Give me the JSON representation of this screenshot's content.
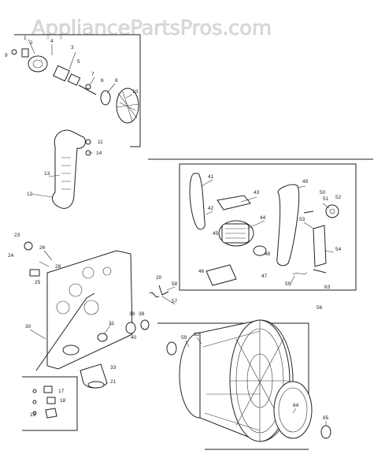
{
  "watermark": "AppliancePartsPros.com",
  "labels": [
    {
      "id": "p1",
      "text": "1"
    },
    {
      "id": "p2",
      "text": "2"
    },
    {
      "id": "p3",
      "text": "3"
    },
    {
      "id": "p4",
      "text": "4"
    },
    {
      "id": "p5",
      "text": "5"
    },
    {
      "id": "p6",
      "text": "6"
    },
    {
      "id": "p7",
      "text": "7"
    },
    {
      "id": "p8",
      "text": "8"
    },
    {
      "id": "p9",
      "text": "9"
    },
    {
      "id": "p10",
      "text": "10"
    },
    {
      "id": "p11",
      "text": "11"
    },
    {
      "id": "p12",
      "text": "12"
    },
    {
      "id": "p13",
      "text": "13"
    },
    {
      "id": "p14",
      "text": "14"
    },
    {
      "id": "p17",
      "text": "17"
    },
    {
      "id": "p18",
      "text": "18"
    },
    {
      "id": "p19",
      "text": "19"
    },
    {
      "id": "p20",
      "text": "20"
    },
    {
      "id": "p21",
      "text": "21"
    },
    {
      "id": "p23",
      "text": "23"
    },
    {
      "id": "p24",
      "text": "24"
    },
    {
      "id": "p25",
      "text": "25"
    },
    {
      "id": "p26",
      "text": "26"
    },
    {
      "id": "p28",
      "text": "28"
    },
    {
      "id": "p30",
      "text": "30"
    },
    {
      "id": "p31",
      "text": "31"
    },
    {
      "id": "p33",
      "text": "33"
    },
    {
      "id": "p38",
      "text": "38"
    },
    {
      "id": "p39",
      "text": "39"
    },
    {
      "id": "p40",
      "text": "40"
    },
    {
      "id": "p41",
      "text": "41"
    },
    {
      "id": "p42",
      "text": "42"
    },
    {
      "id": "p43",
      "text": "43"
    },
    {
      "id": "p44",
      "text": "44"
    },
    {
      "id": "p45",
      "text": "45"
    },
    {
      "id": "p46",
      "text": "46"
    },
    {
      "id": "p47",
      "text": "47"
    },
    {
      "id": "p48",
      "text": "48"
    },
    {
      "id": "p49",
      "text": "49"
    },
    {
      "id": "p50",
      "text": "50"
    },
    {
      "id": "p51",
      "text": "51"
    },
    {
      "id": "p52",
      "text": "52"
    },
    {
      "id": "p53",
      "text": "53"
    },
    {
      "id": "p54",
      "text": "54"
    },
    {
      "id": "p55",
      "text": "55"
    },
    {
      "id": "p56",
      "text": "56"
    },
    {
      "id": "p57",
      "text": "57"
    },
    {
      "id": "p58",
      "text": "58"
    },
    {
      "id": "p59",
      "text": "59"
    },
    {
      "id": "p62",
      "text": "62"
    },
    {
      "id": "p63",
      "text": "63"
    },
    {
      "id": "p64",
      "text": "64"
    },
    {
      "id": "p65",
      "text": "65"
    }
  ]
}
